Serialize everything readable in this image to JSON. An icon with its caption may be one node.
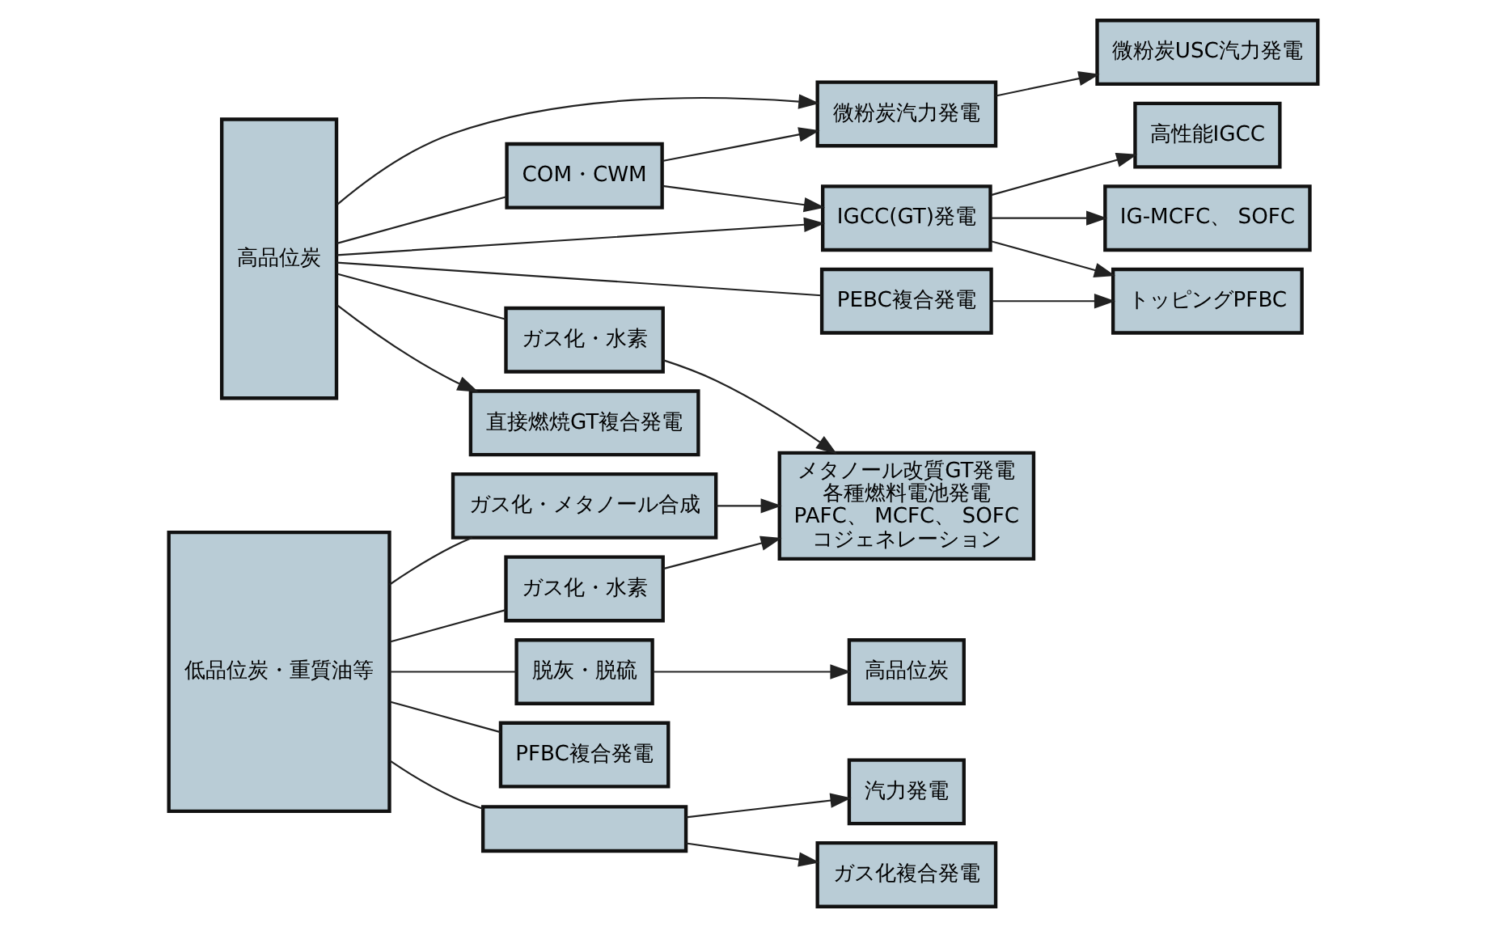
{
  "diagram": {
    "nodes": [
      {
        "text": [
          "高品位炭"
        ]
      },
      {
        "text": [
          "微粉炭汽力発電"
        ]
      },
      {
        "text": [
          "微粉炭USC汽力発電"
        ]
      },
      {
        "text": [
          "COM・CWM"
        ]
      },
      {
        "text": [
          "IGCC(GT)発電"
        ]
      },
      {
        "text": [
          "高性能IGCC"
        ]
      },
      {
        "text": [
          "IG-MCFC、 SOFC"
        ]
      },
      {
        "text": [
          "PEBC複合発電"
        ]
      },
      {
        "text": [
          "トッピングPFBC"
        ]
      },
      {
        "text": [
          "ガス化・水素"
        ]
      },
      {
        "text": [
          "直接燃焼GT複合発電"
        ]
      },
      {
        "text": [
          "低品位炭・重質油等"
        ]
      },
      {
        "text": [
          "脱灰・脱硫"
        ]
      },
      {
        "text": [
          "高品位炭"
        ]
      },
      {
        "text": [
          "PFBC複合発電"
        ]
      },
      {
        "text": [
          "ガス化・メタノール合成"
        ]
      },
      {
        "text": [
          "メタノール改質GT発電",
          "各種燃料電池発電",
          "PAFC、 MCFC、 SOFC",
          "コジェネレーション"
        ]
      },
      {
        "text": [
          "ガス化・水素"
        ]
      },
      {
        "text": [],
        "shape": "box"
      },
      {
        "text": [
          "汽力発電"
        ]
      },
      {
        "text": [
          "ガス化複合発電"
        ]
      }
    ],
    "edges": [
      {
        "from": 0,
        "to": 1,
        "arrow": "to"
      },
      {
        "from": 0,
        "to": 3,
        "arrow": "none"
      },
      {
        "from": 3,
        "to": 1,
        "arrow": "to"
      },
      {
        "from": 3,
        "to": 4,
        "arrow": "to"
      },
      {
        "from": 0,
        "to": 4,
        "arrow": "to"
      },
      {
        "from": 1,
        "to": 2,
        "arrow": "to"
      },
      {
        "from": 4,
        "to": 5,
        "arrow": "to"
      },
      {
        "from": 4,
        "to": 6,
        "arrow": "to"
      },
      {
        "from": 4,
        "to": 8,
        "arrow": "to"
      },
      {
        "from": 0,
        "to": 7,
        "arrow": "none"
      },
      {
        "from": 7,
        "to": 8,
        "arrow": "to"
      },
      {
        "from": 0,
        "to": 9,
        "arrow": "none"
      },
      {
        "from": 9,
        "to": 16,
        "arrow": "to"
      },
      {
        "from": 0,
        "to": 10,
        "arrow": "to"
      },
      {
        "from": 11,
        "to": 12,
        "arrow": "none"
      },
      {
        "from": 12,
        "to": 13,
        "arrow": "to"
      },
      {
        "from": 11,
        "to": 14,
        "arrow": "none"
      },
      {
        "from": 11,
        "to": 15,
        "arrow": "none"
      },
      {
        "from": 15,
        "to": 16,
        "arrow": "to"
      },
      {
        "from": 11,
        "to": 17,
        "arrow": "none"
      },
      {
        "from": 17,
        "to": 16,
        "arrow": "to"
      },
      {
        "from": 11,
        "to": 18,
        "arrow": "none"
      },
      {
        "from": 18,
        "to": 19,
        "arrow": "to"
      },
      {
        "from": 18,
        "to": 20,
        "arrow": "to"
      }
    ]
  }
}
